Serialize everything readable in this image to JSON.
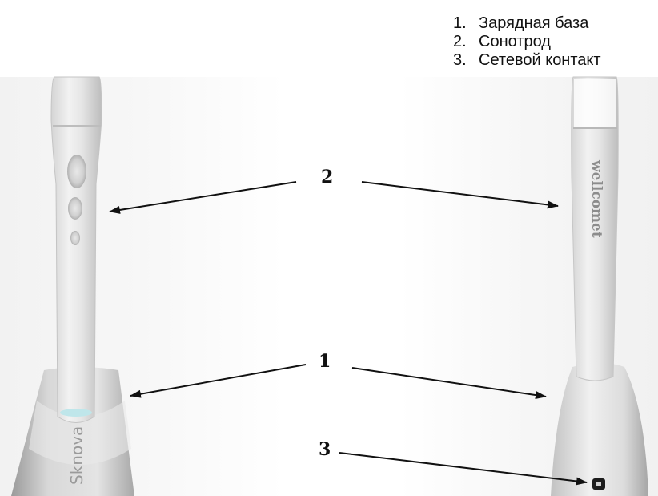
{
  "legend": [
    {
      "number": "1.",
      "text": "Зарядная база"
    },
    {
      "number": "2.",
      "text": "Сонотрод"
    },
    {
      "number": "3.",
      "text": "Сетевой контакт"
    }
  ],
  "callouts": {
    "base": "1",
    "sonotrode": "2",
    "contact": "3"
  },
  "devices": {
    "left_brand": "Sknova",
    "right_brand": "wellcomet"
  }
}
